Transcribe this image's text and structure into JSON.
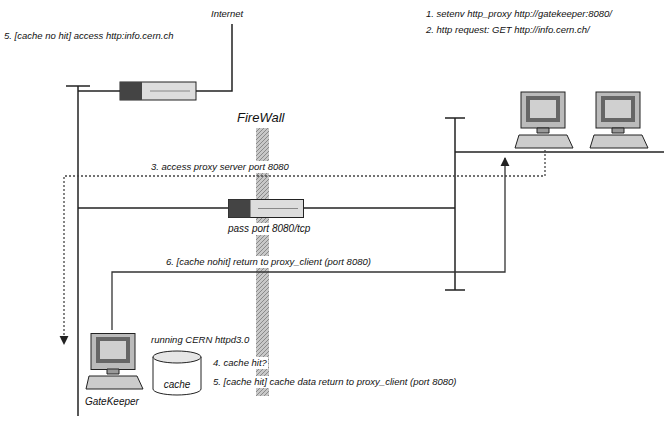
{
  "diagram": {
    "nodes": [
      {
        "text": [
          "pass port 8080/tcp"
        ]
      },
      {
        "text": [
          "GateKeeper"
        ]
      },
      {
        "text": [
          "cache"
        ]
      }
    ],
    "labels": [
      "Internet",
      "5. [cache no hit] access http:info.cern.ch",
      "FireWall",
      "1. setenv http_proxy http://gatekeeper:8080/",
      "2. http request: GET http://info.cern.ch/",
      "3. access proxy server port 8080",
      "6. [cache nohit] return to proxy_client (port 8080)",
      "running CERN httpd3.0",
      "4. cache hit?",
      "5. [cache hit] cache data return to proxy_client (port 8080)"
    ]
  }
}
